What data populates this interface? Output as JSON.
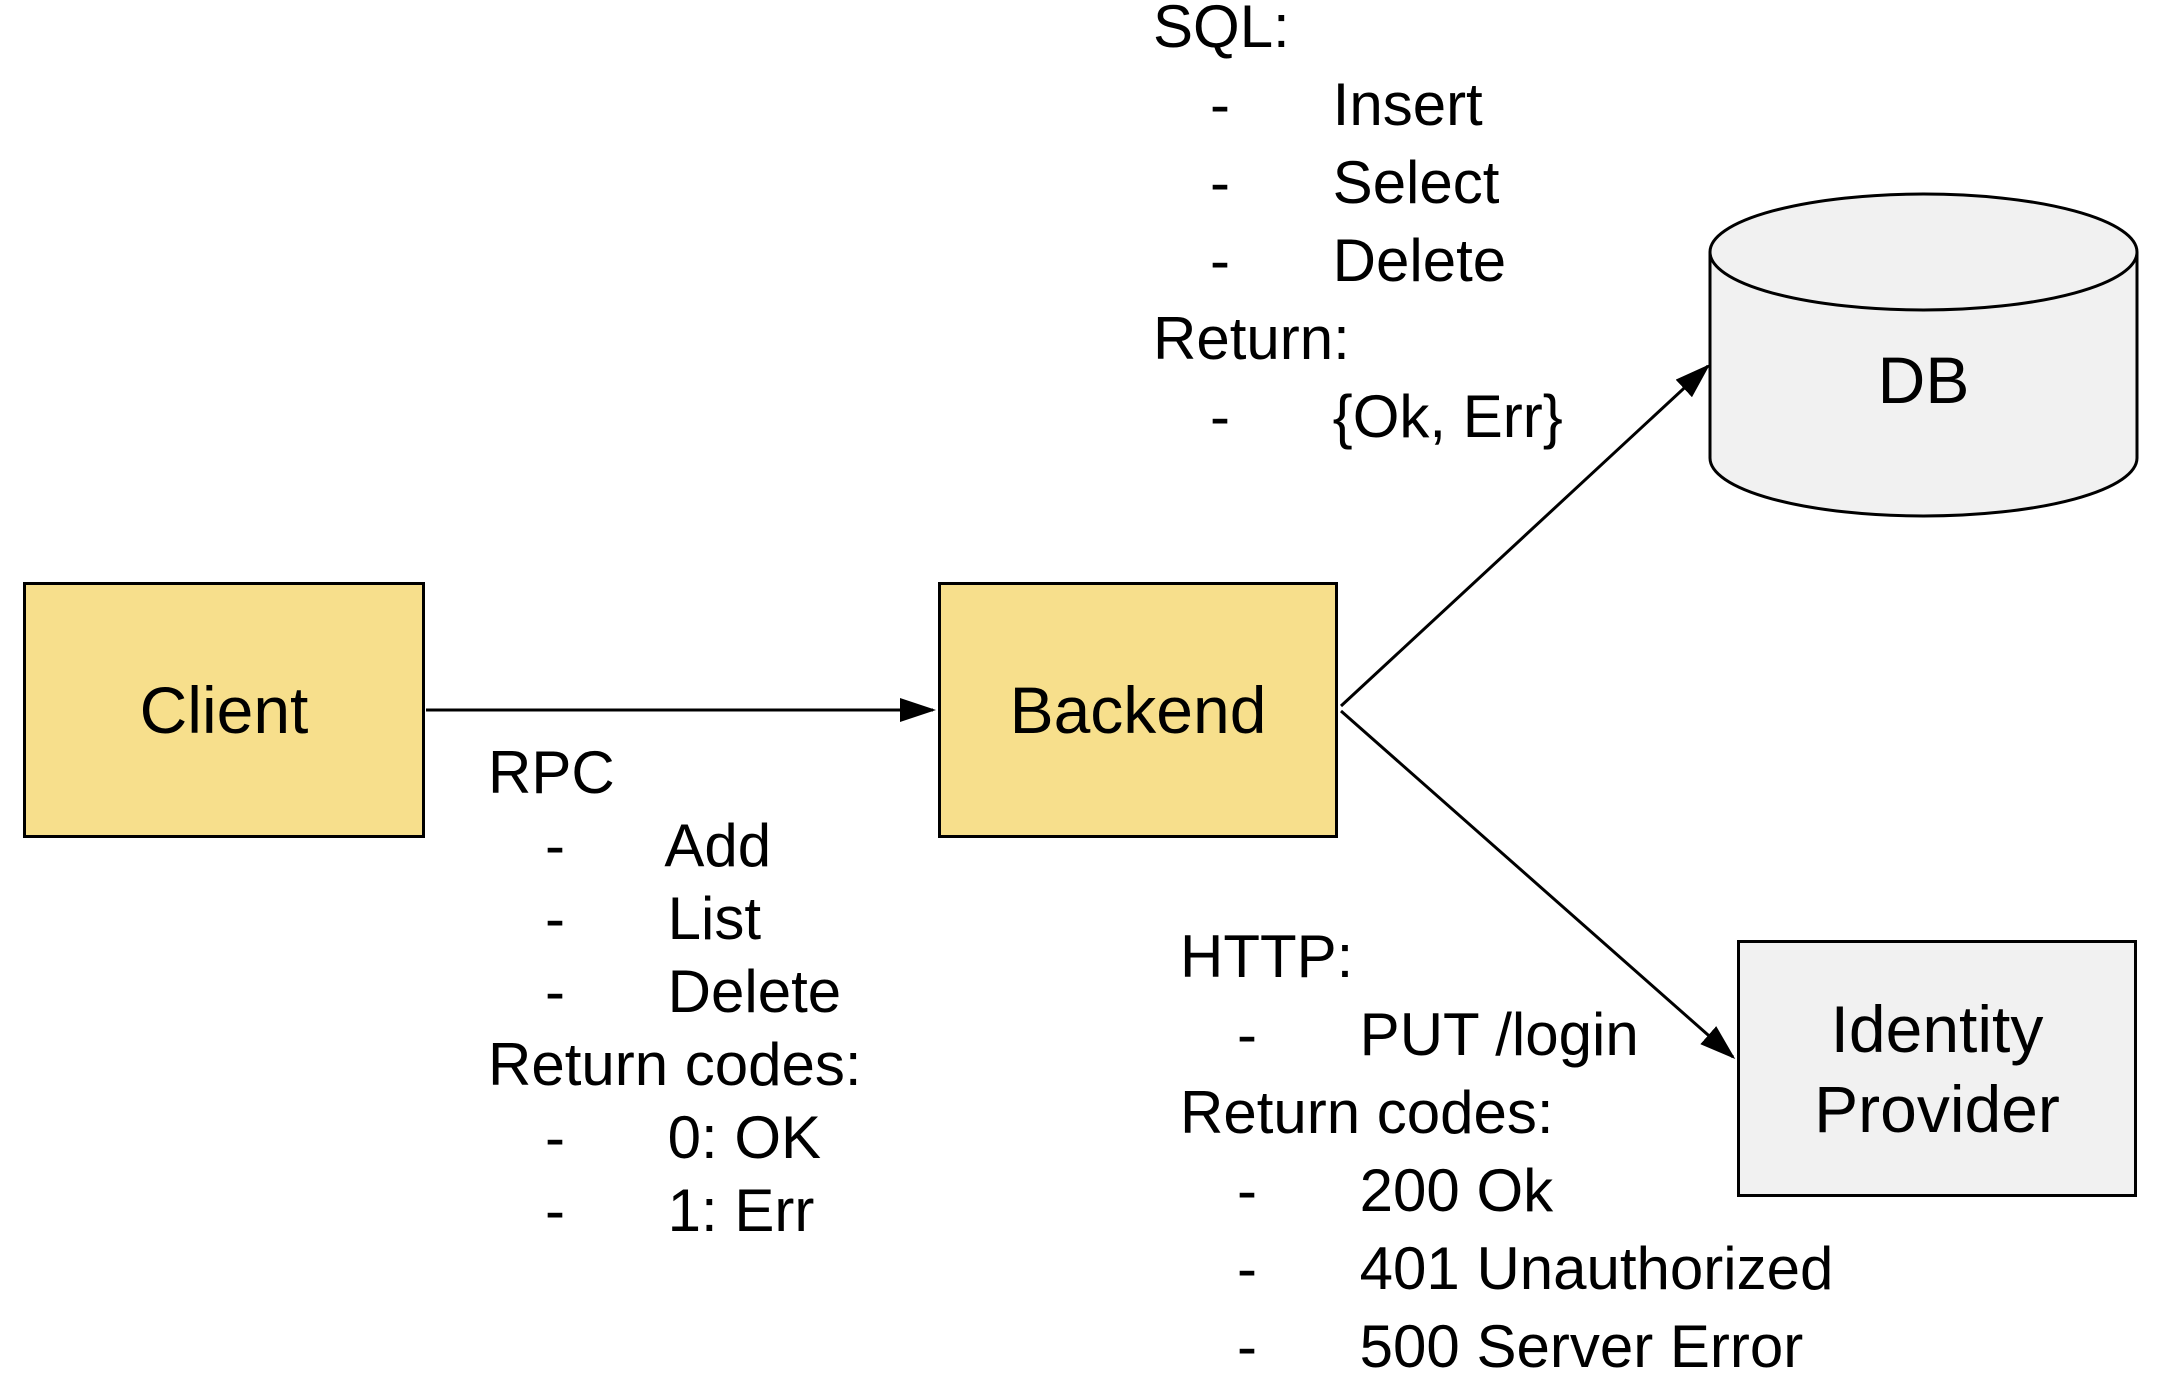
{
  "colors": {
    "node_fill_yellow": "#f7df8c",
    "node_fill_gray": "#f1f1f1",
    "stroke": "#000000",
    "background": "#ffffff"
  },
  "bullet": "-",
  "nodes": {
    "client": {
      "label": "Client"
    },
    "backend": {
      "label": "Backend"
    },
    "db": {
      "label": "DB"
    },
    "identity_provider": {
      "label": "Identity Provider"
    }
  },
  "edges": [
    {
      "from": "Client",
      "to": "Backend",
      "annotation": "rpc"
    },
    {
      "from": "Backend",
      "to": "DB",
      "annotation": "sql"
    },
    {
      "from": "Backend",
      "to": "Identity Provider",
      "annotation": "http"
    }
  ],
  "annotations": {
    "sql": {
      "heading": "SQL:",
      "items1": [
        "Insert",
        "Select",
        "Delete"
      ],
      "heading2": "Return:",
      "items2": [
        "{Ok, Err}"
      ]
    },
    "rpc": {
      "heading": "RPC",
      "items1": [
        "Add",
        "List",
        "Delete"
      ],
      "heading2": "Return codes:",
      "items2": [
        "0: OK",
        "1: Err"
      ]
    },
    "http": {
      "heading": "HTTP:",
      "items1": [
        "PUT /login"
      ],
      "heading2": "Return codes:",
      "items2": [
        "200 Ok",
        "401 Unauthorized",
        "500 Server Error"
      ]
    }
  }
}
